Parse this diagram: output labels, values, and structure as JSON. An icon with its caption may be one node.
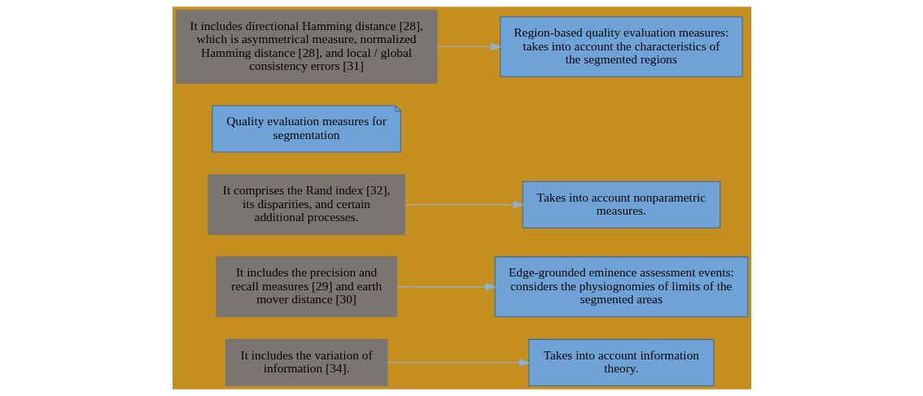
{
  "diagram": {
    "nodes": [
      {
        "text": [
          "Takes into account information theory."
        ]
      },
      {
        "text": [
          "It includes the variation of information [34]."
        ]
      },
      {
        "text": [
          "Edge-grounded eminence assessment events: considers the physiognomies of limits of the segmented areas"
        ]
      },
      {
        "text": [
          "It comprises the Rand index [32], its disparities, and certain additional processes."
        ]
      },
      {
        "text": [
          "Quality evaluation measures for segmentation"
        ]
      },
      {
        "text": [
          "It includes the precision and recall measures [29] and earth mover distance [30]"
        ]
      },
      {
        "text": [
          "Takes into account nonparametric measures."
        ]
      },
      {
        "text": [
          "It includes directional Hamming distance [28], which is asymmetrical measure, normalized Hamming distance [28], and local / global consistency errors [31]"
        ]
      },
      {
        "text": [
          "Region-based quality evaluation measures: takes into account the characteristics of the segmented regions"
        ]
      }
    ],
    "edges": [
      {
        "from": 1,
        "to": 0,
        "arrow": "to"
      },
      {
        "from": 3,
        "to": 6,
        "arrow": "to"
      },
      {
        "from": 5,
        "to": 2,
        "arrow": "to"
      },
      {
        "from": 7,
        "to": 8,
        "arrow": "to"
      }
    ]
  }
}
